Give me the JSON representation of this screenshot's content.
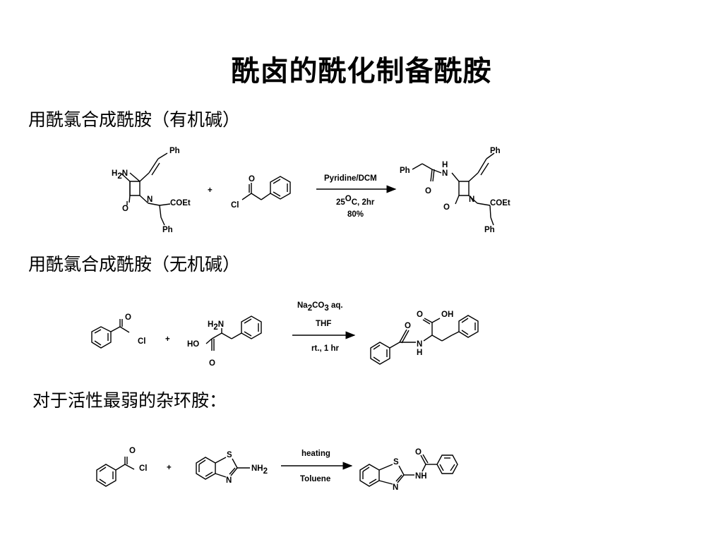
{
  "slide": {
    "title": "酰卤的酰化制备酰胺",
    "headings": {
      "organic_base": "用酰氯合成酰胺（有机碱）",
      "inorganic_base": "用酰氯合成酰胺（无机碱）",
      "weak_heterocyclic_amine": "对于活性最弱的杂环胺："
    }
  },
  "atoms": {
    "ph": "Ph",
    "h2n": "H",
    "h2n_sub": "2",
    "h2n_n": "N",
    "n": "N",
    "nh_n": "N",
    "nh_h": "H",
    "o": "O",
    "coet": "COEt",
    "cl": "Cl",
    "plus": "+",
    "h2n_b": "H",
    "h2n_b_sub": "2",
    "h2n_b_n": "N",
    "ho": "HO",
    "oh": "OH",
    "nh2": "NH",
    "nh2_sub": "2",
    "s": "S",
    "nh": "NH",
    "n_ring": "N"
  },
  "reaction1": {
    "reagent_above": "Pyridine/DCM",
    "cond_temp_num": "25",
    "cond_temp_sup": "O",
    "cond_temp_rest": "C, 2hr",
    "yield": "80%"
  },
  "reaction2": {
    "reagent_prefix": "Na",
    "reagent_sub1": "2",
    "reagent_mid": "CO",
    "reagent_sub2": "3",
    "reagent_suffix": " aq.",
    "solvent": "THF",
    "time": "rt., 1 hr"
  },
  "reaction3": {
    "above": "heating",
    "below": "Toluene"
  }
}
